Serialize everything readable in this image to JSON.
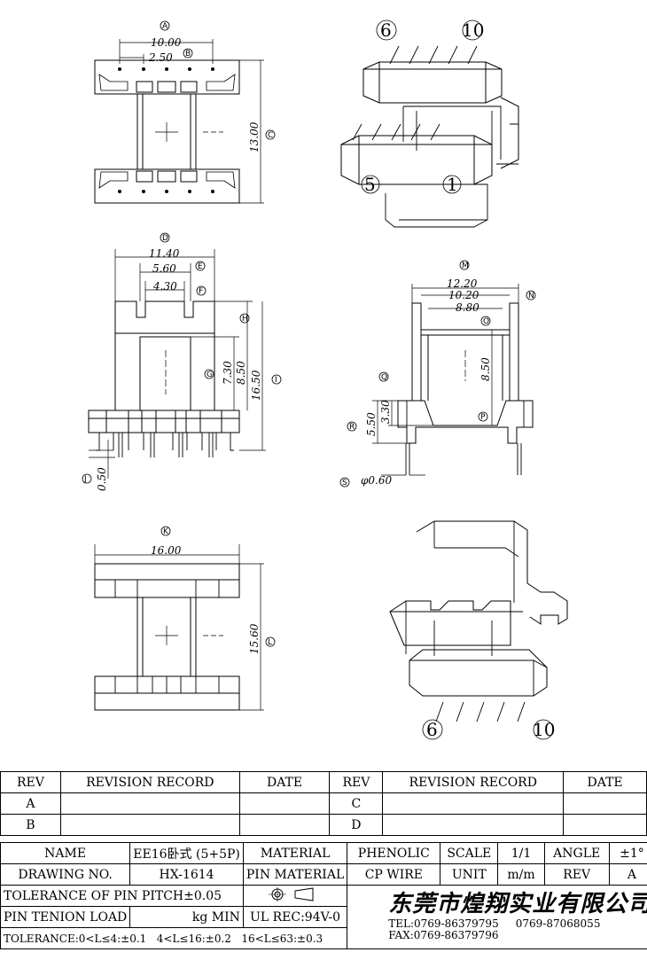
{
  "views": {
    "top": {
      "dims": [
        "10.00",
        "2.50",
        "13.00"
      ],
      "tags": [
        "A",
        "B",
        "C"
      ]
    },
    "iso_top": {
      "pins": [
        "6",
        "10",
        "5",
        "1"
      ]
    },
    "front": {
      "dims": [
        "11.40",
        "5.60",
        "4.30",
        "7.30",
        "8.50",
        "16.50",
        "0.50"
      ],
      "tags": [
        "D",
        "E",
        "F",
        "H",
        "G",
        "I",
        "J"
      ]
    },
    "side": {
      "dims": [
        "12.20",
        "10.20",
        "8.80",
        "8.50",
        "5.50",
        "3.30",
        "φ0.60"
      ],
      "tags": [
        "M",
        "N",
        "O",
        "P",
        "Q",
        "R",
        "S"
      ]
    },
    "bottom": {
      "dims": [
        "16.00",
        "15.60"
      ],
      "tags": [
        "K",
        "L"
      ]
    },
    "iso_bottom": {
      "pins": [
        "6",
        "10"
      ]
    }
  },
  "revision": {
    "h_rev": "REV",
    "h_record": "REVISION RECORD",
    "h_date": "DATE",
    "rows": [
      [
        "A",
        "C"
      ],
      [
        "B",
        "D"
      ]
    ]
  },
  "info": {
    "name_l": "NAME",
    "name_v": "EE16卧式 (5+5P)",
    "material_l": "MATERIAL",
    "material_v": "PHENOLIC",
    "scale_l": "SCALE",
    "scale_v": "1/1",
    "angle_l": "ANGLE",
    "angle_v": "±1°",
    "drawing_l": "DRAWING NO.",
    "drawing_v": "HX-1614",
    "pinmat_l": "PIN MATERIAL",
    "pinmat_v": "CP WIRE",
    "unit_l": "UNIT",
    "unit_v": "m/m",
    "rev_l": "REV",
    "rev_v": "A",
    "tol_pitch": "TOLERANCE OF PIN PITCH±0.05",
    "pin_load_l": "PIN TENION LOAD",
    "pin_load_u": "kg MIN",
    "ul": "UL REC:94V-0",
    "tol_1": "TOLERANCE:0<L≤4:±0.1",
    "tol_2": "4<L≤16:±0.2",
    "tol_3": "16<L≤63:±0.3",
    "company": "东莞市煌翔实业有限公司",
    "tel_1": "TEL:0769-86379795",
    "tel_2": "0769-87068055",
    "fax": "FAX:0769-86379796"
  }
}
